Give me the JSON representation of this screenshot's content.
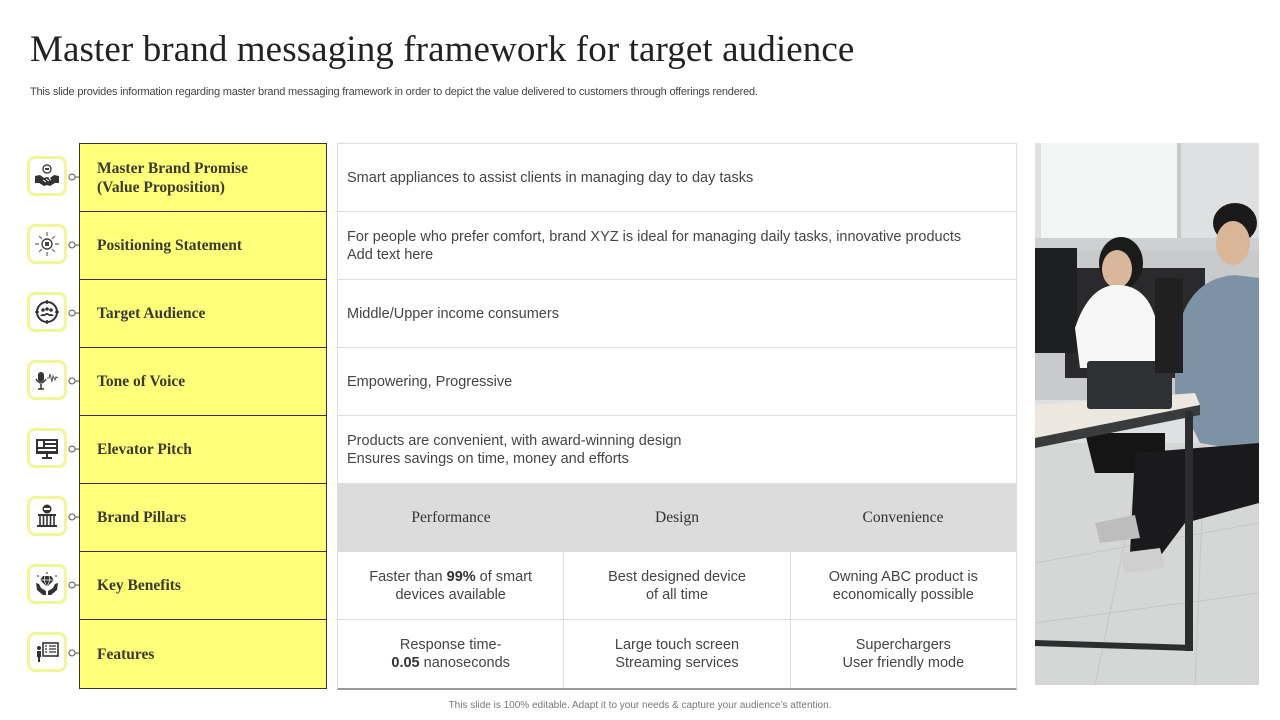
{
  "slide": {
    "title": "Master brand messaging framework for target audience",
    "subtitle": "This slide provides information regarding master brand messaging framework in order to depict the value delivered to customers through offerings rendered.",
    "footer": "This slide is 100% editable.  Adapt it to your needs & capture your audience’s attention."
  },
  "colors": {
    "label_fill": "#ffff7a",
    "icon_border": "#f3f59a",
    "pillar_header_fill": "#dcdcdc"
  },
  "rows": [
    {
      "icon": "handshake-icon",
      "label_line1": "Master Brand Promise",
      "label_line2": "(Value Proposition)",
      "content_line1": "Smart appliances to assist clients in managing day to day tasks",
      "content_line2": ""
    },
    {
      "icon": "positioning-icon",
      "label_line1": "Positioning Statement",
      "content_line1": "For people who prefer comfort, brand XYZ  is ideal for managing daily tasks, innovative products",
      "content_line2": "Add text here"
    },
    {
      "icon": "target-audience-icon",
      "label_line1": "Target Audience",
      "content_line1": "Middle/Upper  income consumers",
      "content_line2": ""
    },
    {
      "icon": "microphone-voice-icon",
      "label_line1": "Tone of Voice",
      "content_line1": "Empowering, Progressive",
      "content_line2": ""
    },
    {
      "icon": "presentation-screen-icon",
      "label_line1": "Elevator Pitch",
      "content_line1": "Products are convenient, with award-winning design",
      "content_line2": "Ensures savings on time, money and efforts"
    },
    {
      "icon": "pillars-building-icon",
      "label_line1": "Brand Pillars"
    },
    {
      "icon": "diamond-hands-icon",
      "label_line1": "Key Benefits"
    },
    {
      "icon": "presenter-board-icon",
      "label_line1": "Features"
    }
  ],
  "pillars": {
    "headers": [
      "Performance",
      "Design",
      "Convenience"
    ],
    "key_benefits": [
      {
        "pre": "Faster than ",
        "bold": "99%",
        "post": " of smart",
        "line2": "devices available"
      },
      {
        "pre": "Best designed device",
        "bold": "",
        "post": "",
        "line2": "of  all time"
      },
      {
        "pre": "Owning ABC product is",
        "bold": "",
        "post": "",
        "line2": "economically possible"
      }
    ],
    "features": [
      {
        "line1": "Response time-",
        "bold": "0.05",
        "line2_post": " nanoseconds"
      },
      {
        "line1": "Large touch screen",
        "bold": "",
        "line2_post": "Streaming services"
      },
      {
        "line1": "Superchargers",
        "bold": "",
        "line2_post": "User friendly mode"
      }
    ]
  },
  "image": {
    "alt": "Two people sitting at a desk in an office with monitors and a tablet"
  }
}
